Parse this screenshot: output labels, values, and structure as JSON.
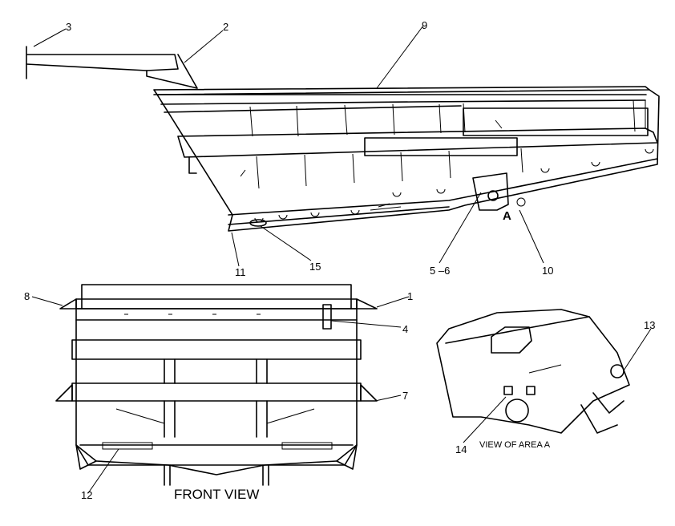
{
  "callouts": {
    "c1": "1",
    "c2": "2",
    "c3": "3",
    "c4": "4",
    "c5_6": "5 –6",
    "c7": "7",
    "c8": "8",
    "c9": "9",
    "c10": "10",
    "c11": "11",
    "c12": "12",
    "c13": "13",
    "c14": "14",
    "c15": "15"
  },
  "area_marker": "A",
  "front_view_caption": "FRONT VIEW",
  "area_view_caption": "VIEW OF AREA A"
}
